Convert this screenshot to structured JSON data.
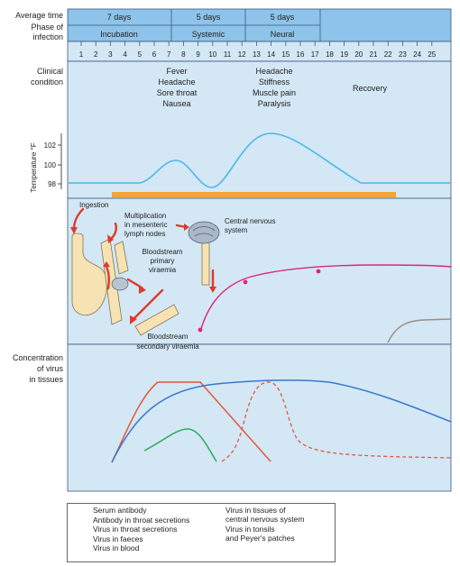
{
  "header": {
    "average_time_label": "Average time",
    "phase_label_1": "Phase of",
    "phase_label_2": "infection",
    "durations": [
      "7 days",
      "5 days",
      "5 days"
    ],
    "phases": [
      "Incubation",
      "Systemic",
      "Neural"
    ],
    "days": [
      "1",
      "2",
      "3",
      "4",
      "5",
      "6",
      "7",
      "8",
      "9",
      "10",
      "11",
      "12",
      "13",
      "14",
      "15",
      "16",
      "17",
      "18",
      "19",
      "20",
      "21",
      "22",
      "23",
      "24",
      "25"
    ]
  },
  "clinical": {
    "label_1": "Clinical",
    "label_2": "condition",
    "systemic_symptoms": [
      "Fever",
      "Headache",
      "Sore throat",
      "Nausea"
    ],
    "neural_symptoms": [
      "Headache",
      "Stiffness",
      "Muscle pain",
      "Paralysis"
    ],
    "recovery": "Recovery"
  },
  "temperature": {
    "axis_label": "Temperature °F",
    "ticks": [
      "102",
      "100",
      "98"
    ]
  },
  "pathway": {
    "ingestion": "Ingestion",
    "multiplication": [
      "Multiplication",
      "in mesenteric",
      "lymph nodes"
    ],
    "cns": [
      "Central nervous",
      "system"
    ],
    "primary": [
      "Bloodstream",
      "primary",
      "viraemia"
    ],
    "secondary": [
      "Bloodstream",
      "secondary viraemia"
    ]
  },
  "concentration": {
    "label": [
      "Concentration",
      "of virus",
      "in tissues"
    ]
  },
  "legend": {
    "items": [
      {
        "label": "Serum antibody",
        "color": "#e0257a",
        "style": "dot-line"
      },
      {
        "label": "Antibody in throat secretions",
        "color": "#9a8f85",
        "style": "solid"
      },
      {
        "label": "Virus in throat secretions",
        "color": "#e8553a",
        "style": "solid"
      },
      {
        "label": "Virus in faeces",
        "color": "#3a78c9",
        "style": "solid"
      },
      {
        "label": "Virus in blood",
        "color": "#2eaa5c",
        "style": "solid"
      },
      {
        "label": "Virus in tissues of",
        "label2": "central nervous system",
        "color": "#e8553a",
        "style": "dashed"
      },
      {
        "label": "Virus in tonsils",
        "label2": "and Peyer's patches",
        "color": "#f2a33a",
        "style": "bar"
      }
    ]
  },
  "colors": {
    "panel_bg": "#d3e7f5",
    "header_bg": "#8ec3ea",
    "temperature_line": "#4cb6ea",
    "tonsil_bar": "#f2a33a"
  }
}
